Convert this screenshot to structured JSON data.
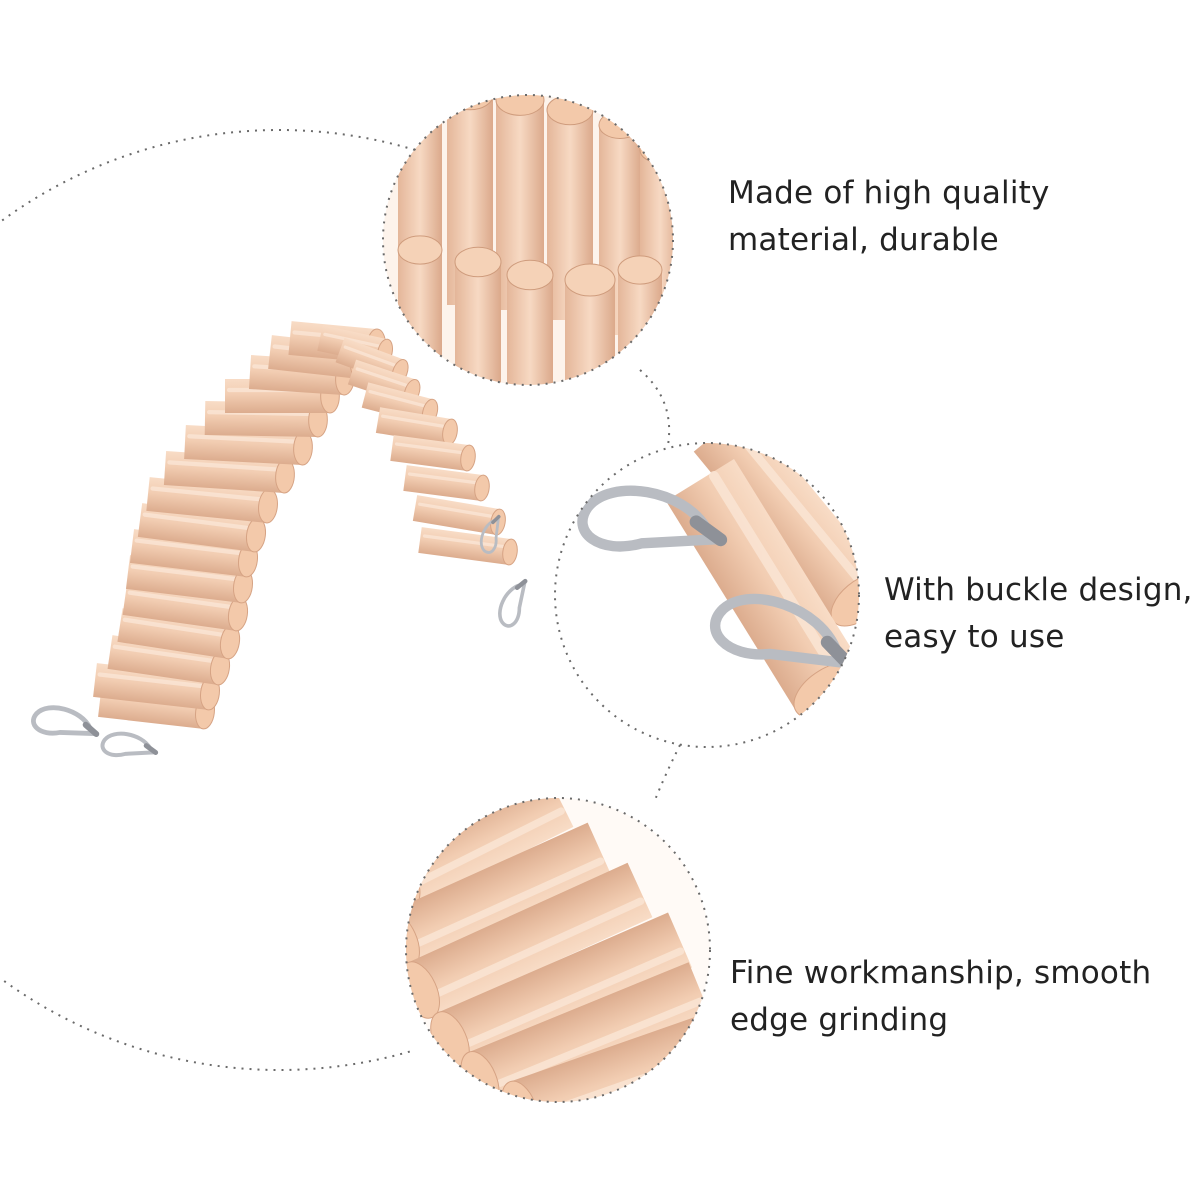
{
  "colors": {
    "background": "#ffffff",
    "wood_light": "#f6d8c1",
    "wood_mid": "#edc3a6",
    "wood_dark": "#d9a688",
    "wood_end": "#f3c9aa",
    "metal": "#b9bcc2",
    "dotted_outline": "#6a6a6a",
    "text": "#222222"
  },
  "product": {
    "name": "wooden-ladder-bridge",
    "icon": "ladder-bridge-illustration"
  },
  "features": [
    {
      "lines": [
        "Made of high quality",
        "material, durable"
      ],
      "detail_icon": "dowel-ends-closeup"
    },
    {
      "lines": [
        "With buckle design,",
        "easy to use"
      ],
      "detail_icon": "metal-clip-closeup"
    },
    {
      "lines": [
        "Fine workmanship, smooth",
        "edge grinding"
      ],
      "detail_icon": "smooth-edge-closeup"
    }
  ]
}
